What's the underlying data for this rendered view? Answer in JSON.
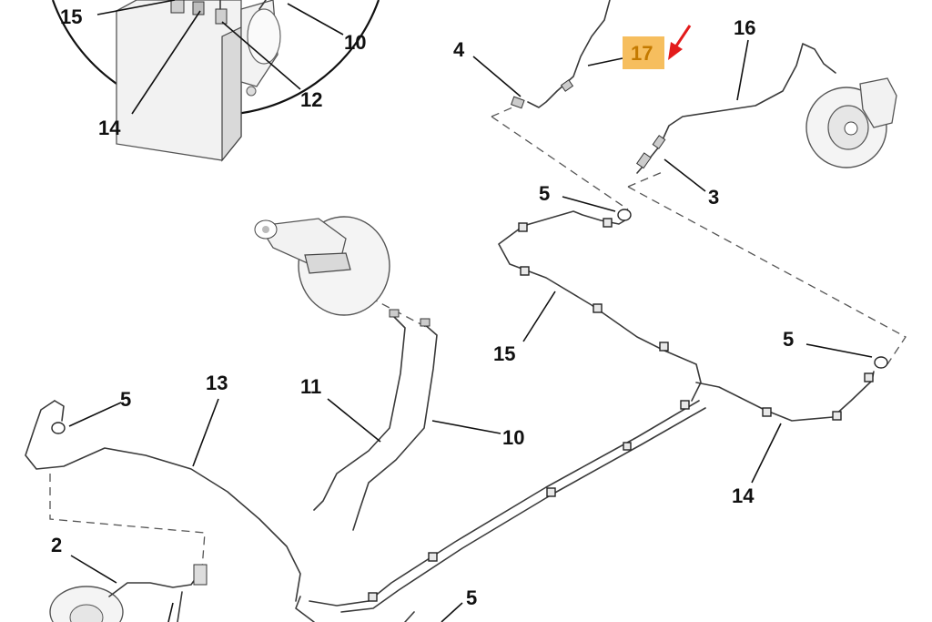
{
  "callouts": {
    "c15_inset": "15",
    "c10_inset": "10",
    "c12_inset": "12",
    "c14_inset": "14",
    "c4": "4",
    "c17": "17",
    "c16": "16",
    "c3": "3",
    "c5_top": "5",
    "c15_main": "15",
    "c5_right": "5",
    "c5_left": "5",
    "c13": "13",
    "c11": "11",
    "c10_main": "10",
    "c14_main": "14",
    "c2": "2",
    "c5_bottom": "5"
  },
  "highlight": {
    "part": "17",
    "box_color": "#f5b342",
    "arrow_color": "#e31b1b"
  }
}
